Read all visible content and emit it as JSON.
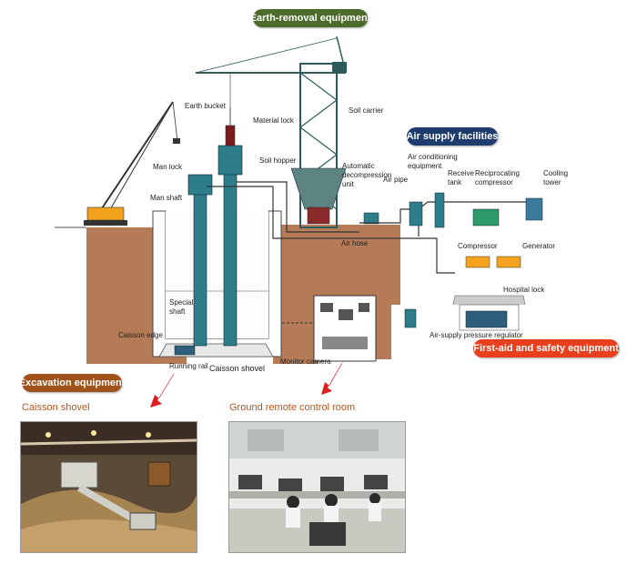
{
  "categories": {
    "earth_removal": "Earth-removal equipment",
    "air_supply": "Air supply facilities",
    "excavation": "Excavation equipment",
    "first_aid": "First-aid and safety equipment"
  },
  "labels": {
    "earth_bucket": "Earth bucket",
    "material_lock": "Material lock",
    "soil_carrier": "Soil carrier",
    "man_lock": "Man lock",
    "soil_hopper": "Soil hopper",
    "man_shaft": "Man shaft",
    "auto_decompression": "Automatic decompression unit",
    "air_pipe": "Air pipe",
    "air_conditioning": "Air conditioning equipment",
    "receive_tank": "Receive tank",
    "reciprocating_compressor": "Reciprocating compressor",
    "cooling_tower": "Cooling tower",
    "air_hose": "Air hose",
    "compressor": "Compressor",
    "generator": "Generator",
    "hospital_lock": "Hospital lock",
    "special_shaft": "Special shaft",
    "caisson_edge": "Caisson edge",
    "running_rail": "Running rail",
    "caisson_shovel_label": "Caisson shovel",
    "monitor_camera": "Monitor camera",
    "air_supply_regulator": "Air-supply pressure regulator"
  },
  "captions": {
    "caisson_shovel": "Caisson shovel",
    "ground_remote": "Ground remote control room"
  },
  "colors": {
    "earth_removal": "#4a6b2a",
    "air_supply": "#1f3c6e",
    "excavation": "#a0521b",
    "first_aid": "#e8401c",
    "ground": "#b57a56",
    "arrow": "#e02020"
  }
}
